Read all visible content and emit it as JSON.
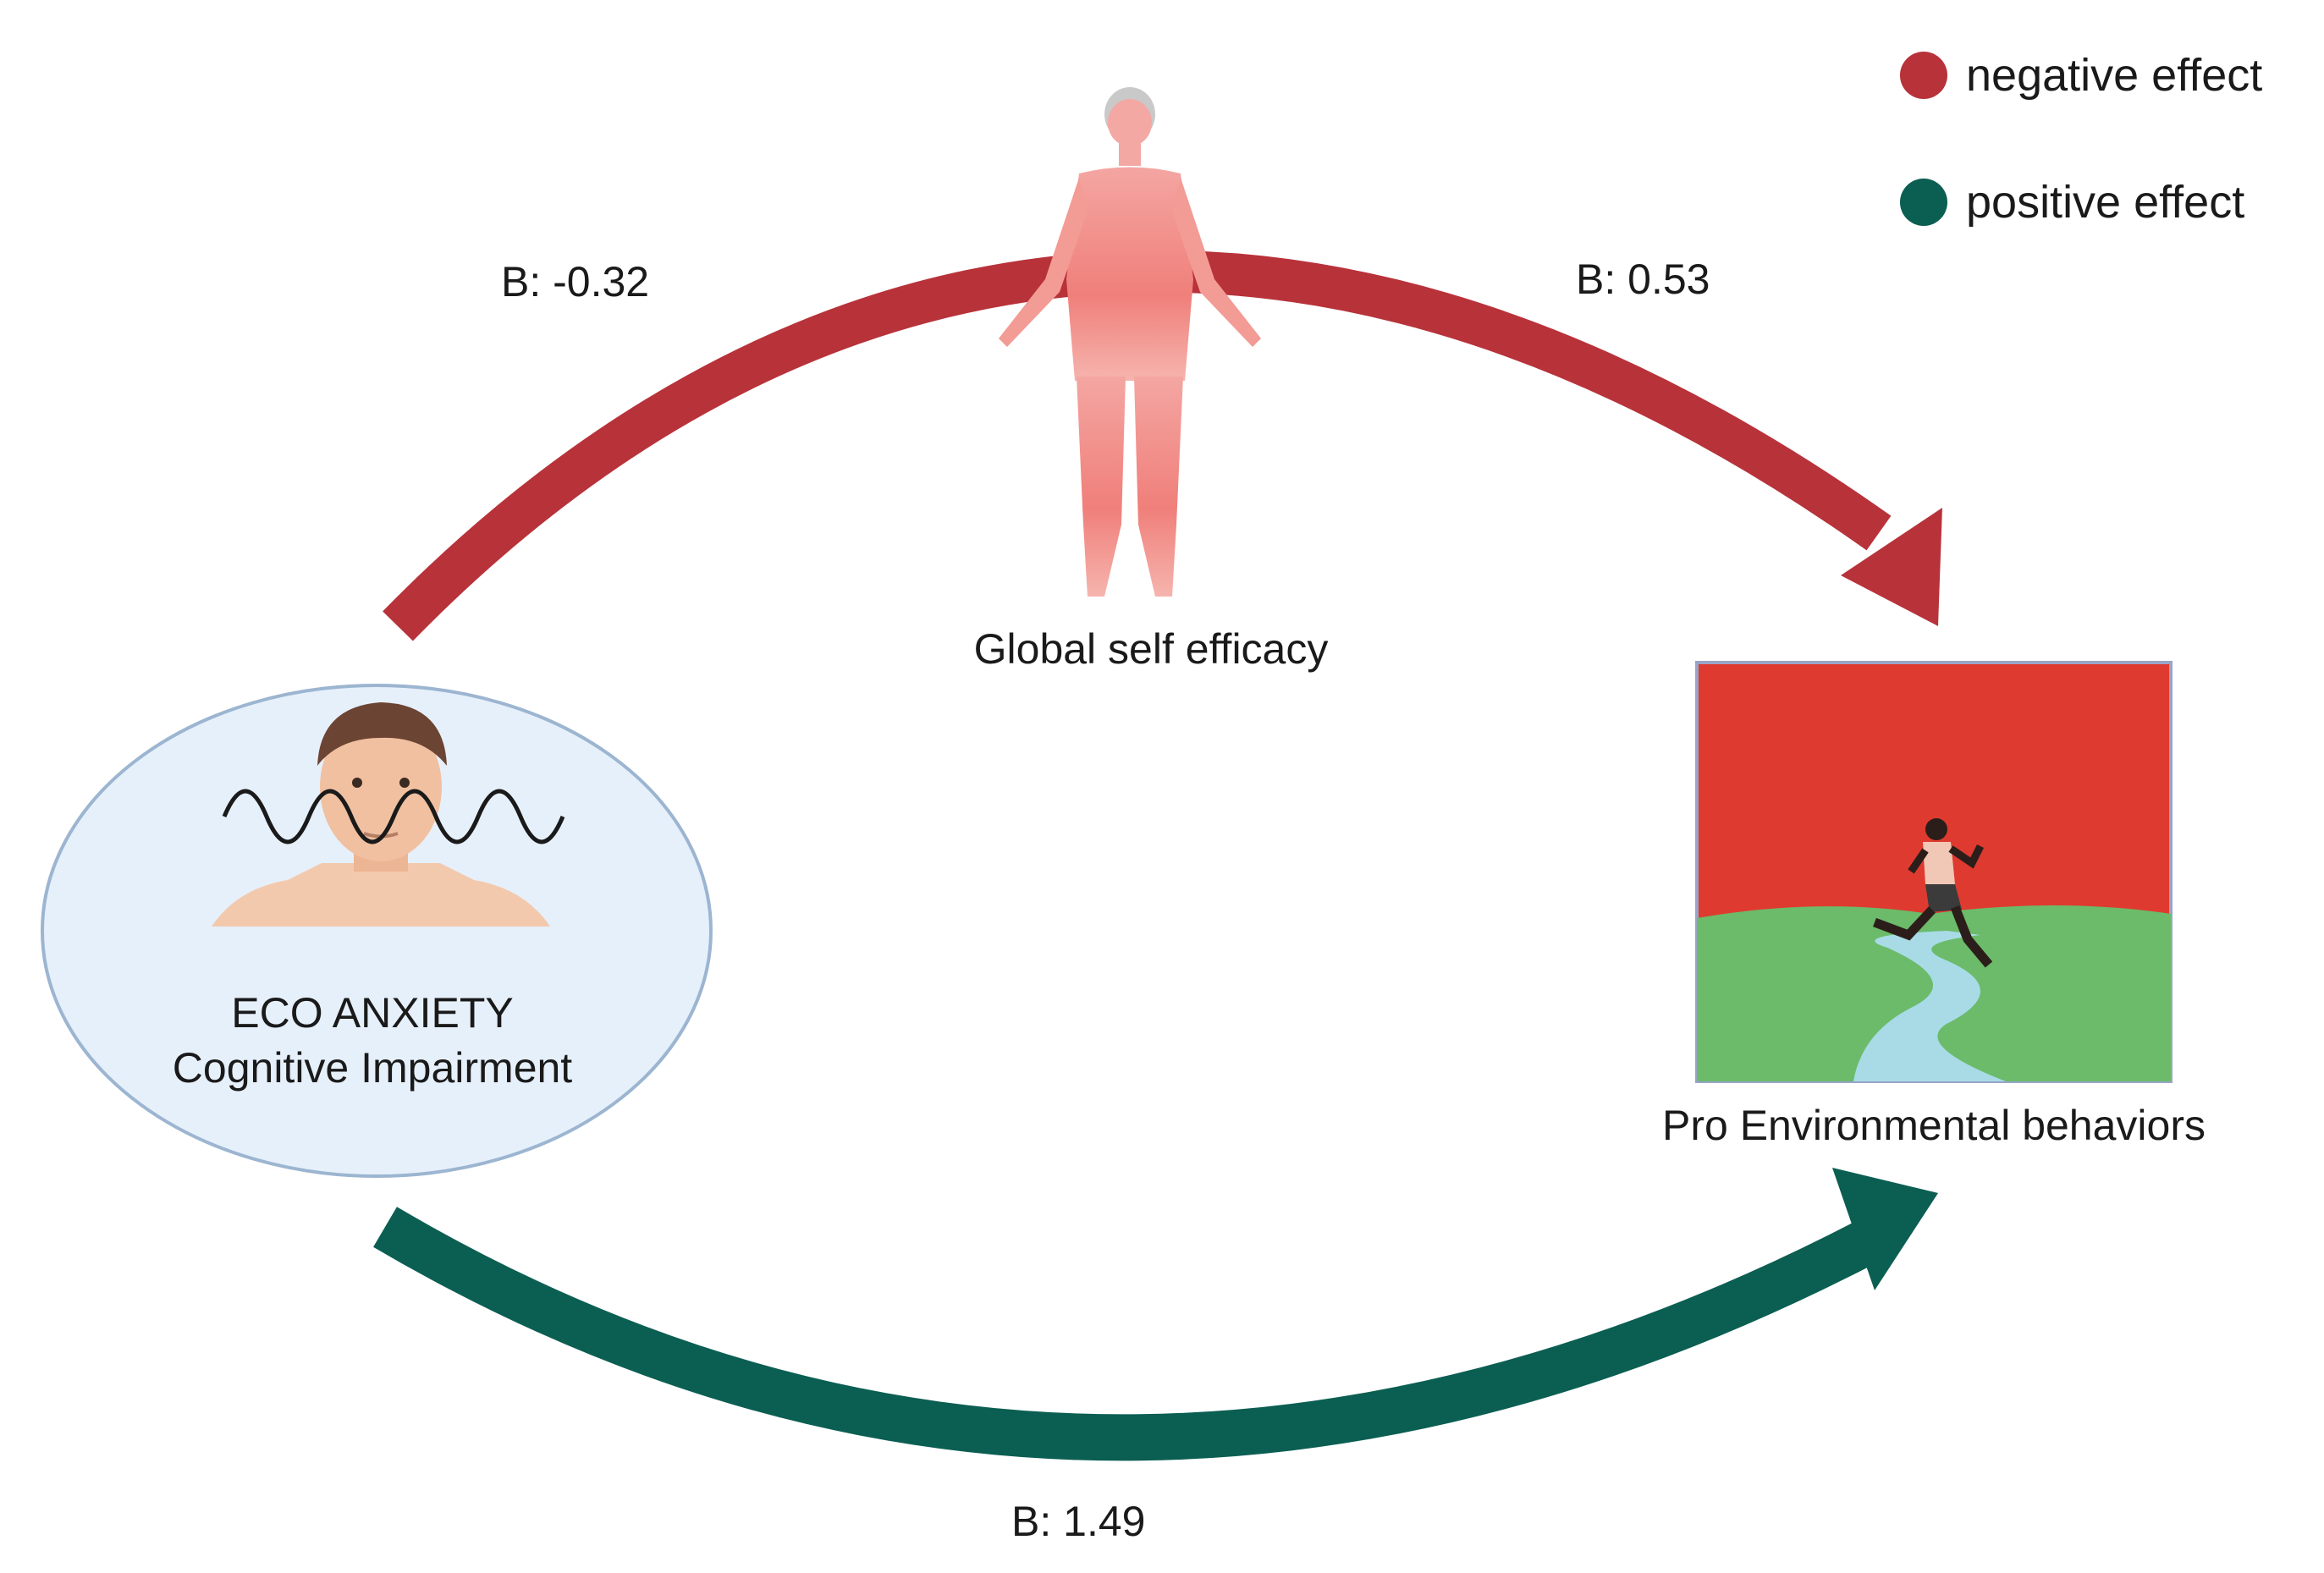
{
  "legend": {
    "negative": {
      "label": "negative effect",
      "color": "#b8323a"
    },
    "positive": {
      "label": "positive effect",
      "color": "#0b5e52"
    }
  },
  "nodes": {
    "mediator": {
      "label": "Global self efficacy",
      "icon": "human-body-icon"
    },
    "source": {
      "line1": "ECO ANXIETY",
      "line2": "Cognitive Impairment",
      "icon": "anxious-person-icon"
    },
    "outcome": {
      "label": "Pro Environmental behaviors",
      "icon": "runner-landscape-icon"
    }
  },
  "paths": {
    "a": {
      "label": "B: -0.32",
      "color": "#b8323a"
    },
    "b": {
      "label": "B: 0.53",
      "color": "#b8323a"
    },
    "c": {
      "label": "B: 1.49",
      "color": "#0b5e52"
    }
  }
}
